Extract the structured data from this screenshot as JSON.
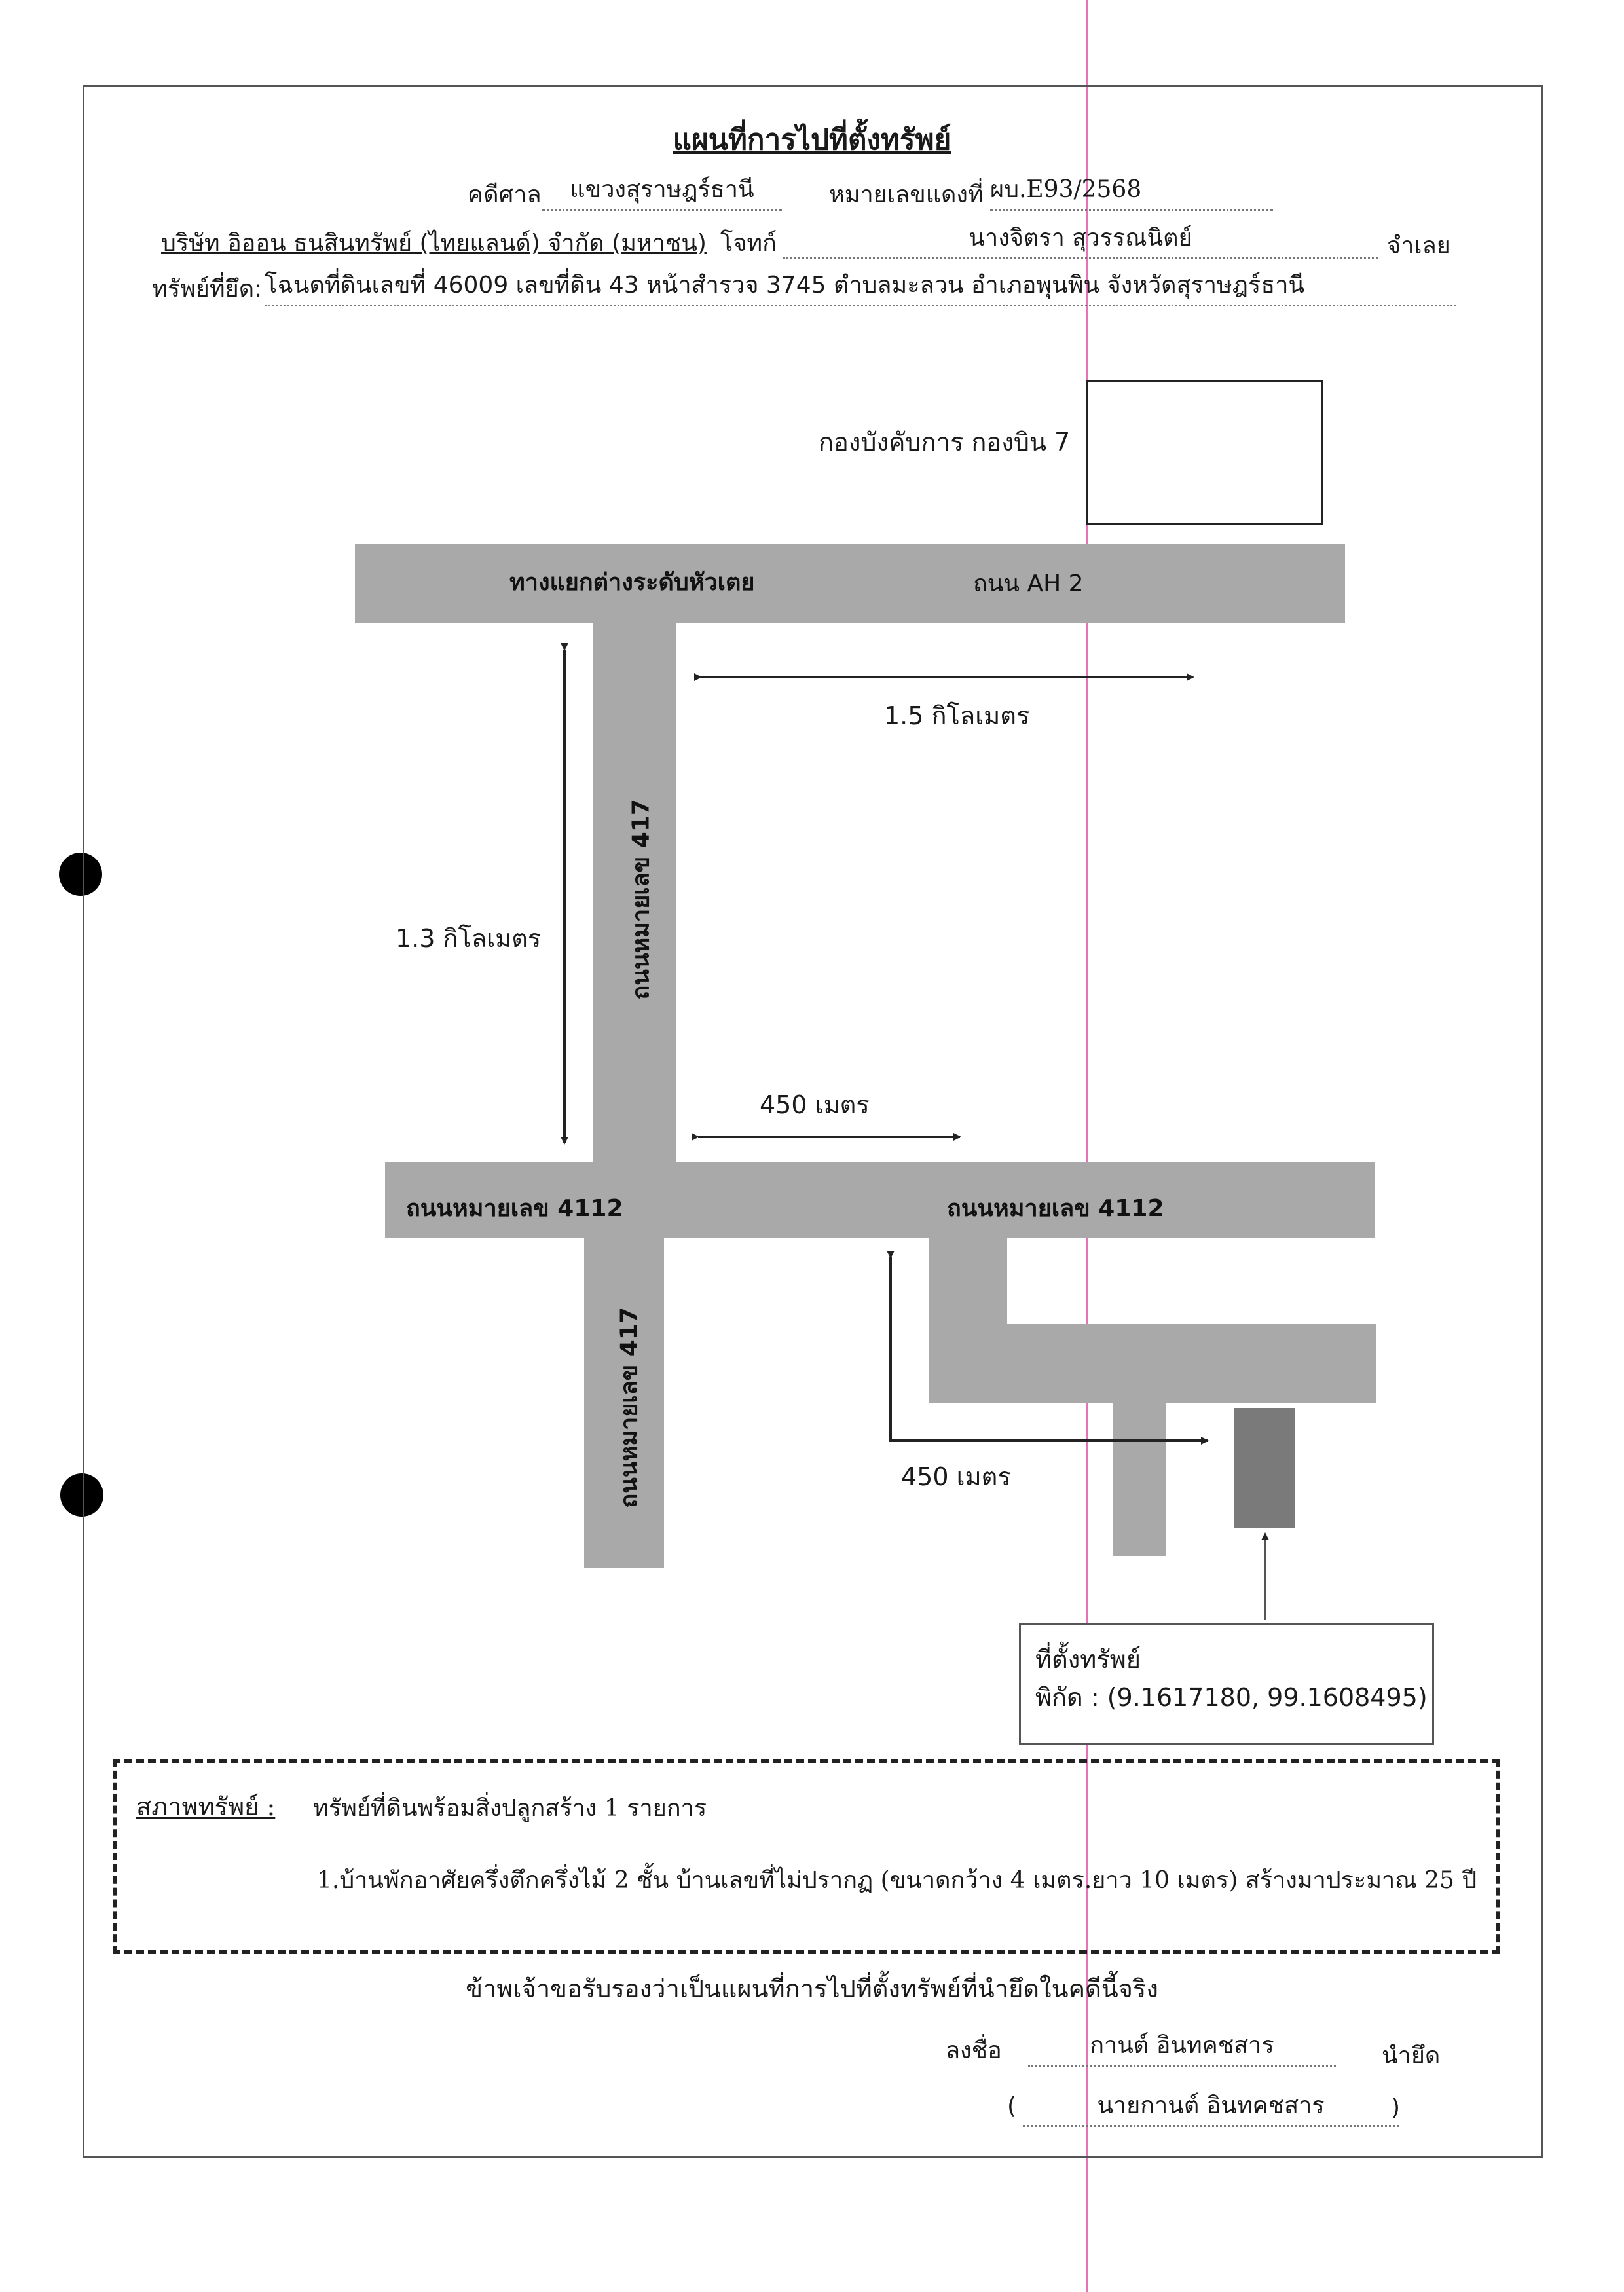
{
  "header": {
    "title": "แผนที่การไปที่ตั้งทรัพย์",
    "court_label": "คดีศาล",
    "court_value": "แขวงสุราษฎร์ธานี",
    "redcase_label": "หมายเลขแดงที่",
    "redcase_value": "ผบ.E93/2568",
    "plaintiff": "บริษัท อิออน ธนสินทรัพย์ (ไทยแลนด์) จำกัด (มหาชน)",
    "plaintiff_label": "โจทก์",
    "defendant": "นางจิตรา สุวรรณนิตย์",
    "defendant_label": "จำเลย",
    "property_label": "ทรัพย์ที่ยึด:",
    "property_value": "โฉนดที่ดินเลขที่ 46009 เลขที่ดิน 43 หน้าสำรวจ 3745 ตำบลมะลวน อำเภอพุนพิน จังหวัดสุราษฎร์ธานี"
  },
  "map": {
    "landmark": "กองบังคับการ กองบิน 7",
    "junction": "ทางแยกต่างระดับหัวเตย",
    "road_ah2": "ถนน AH 2",
    "road_417_top": "ถนนหมายเลข 417",
    "road_417_bottom": "ถนนหมายเลข 417",
    "road_4112_left": "ถนนหมายเลข 4112",
    "road_4112_right": "ถนนหมายเลข 4112",
    "dist_1_5km": "1.5 กิโลเมตร",
    "dist_1_3km": "1.3 กิโลเมตร",
    "dist_450_top": "450 เมตร",
    "dist_450_bottom": "450 เมตร",
    "location_title": "ที่ตั้งทรัพย์",
    "location_coords": "พิกัด : (9.1617180, 99.1608495)",
    "colors": {
      "road": "#a9a9a9",
      "target": "#7a7a7a"
    }
  },
  "condition": {
    "label": "สภาพทรัพย์ :",
    "line1": "ทรัพย์ที่ดินพร้อมสิ่งปลูกสร้าง 1 รายการ",
    "line2": "1.บ้านพักอาศัยครึ่งตึกครึ่งไม้ 2 ชั้น  บ้านเลขที่ไม่ปรากฏ (ขนาดกว้าง 4 เมตร.ยาว 10 เมตร) สร้างมาประมาณ 25 ปี"
  },
  "certification": {
    "statement": "ข้าพเจ้าขอรับรองว่าเป็นแผนที่การไปที่ตั้งทรัพย์ที่นำยึดในคดีนี้จริง",
    "sign_label": "ลงชื่อ",
    "signature": "กานต์ อินทคชสาร",
    "role": "นำยึด",
    "open_paren": "(",
    "printed_name": "นายกานต์ อินทคชสาร",
    "close_paren": ")"
  }
}
